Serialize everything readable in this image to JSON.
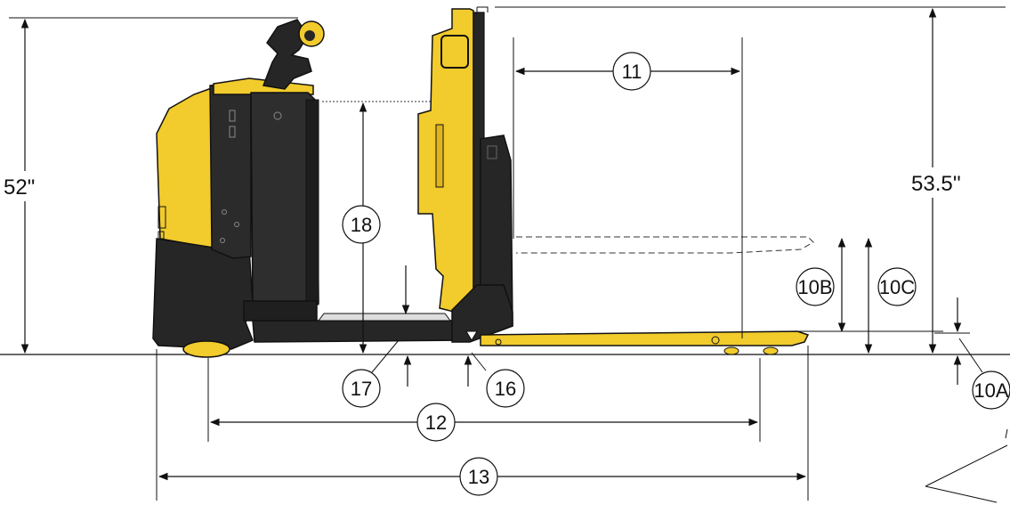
{
  "colors": {
    "body_yellow": "#F2CB2C",
    "body_dark": "#262626",
    "outline": "#111111"
  },
  "dimensions": {
    "overall_height": "52\"",
    "mast_height": "53.5''"
  },
  "callouts": {
    "c10a": "10A",
    "c10b": "10B",
    "c10c": "10C",
    "c11": "11",
    "c12": "12",
    "c13": "13",
    "c16": "16",
    "c17": "17",
    "c18": "18"
  }
}
